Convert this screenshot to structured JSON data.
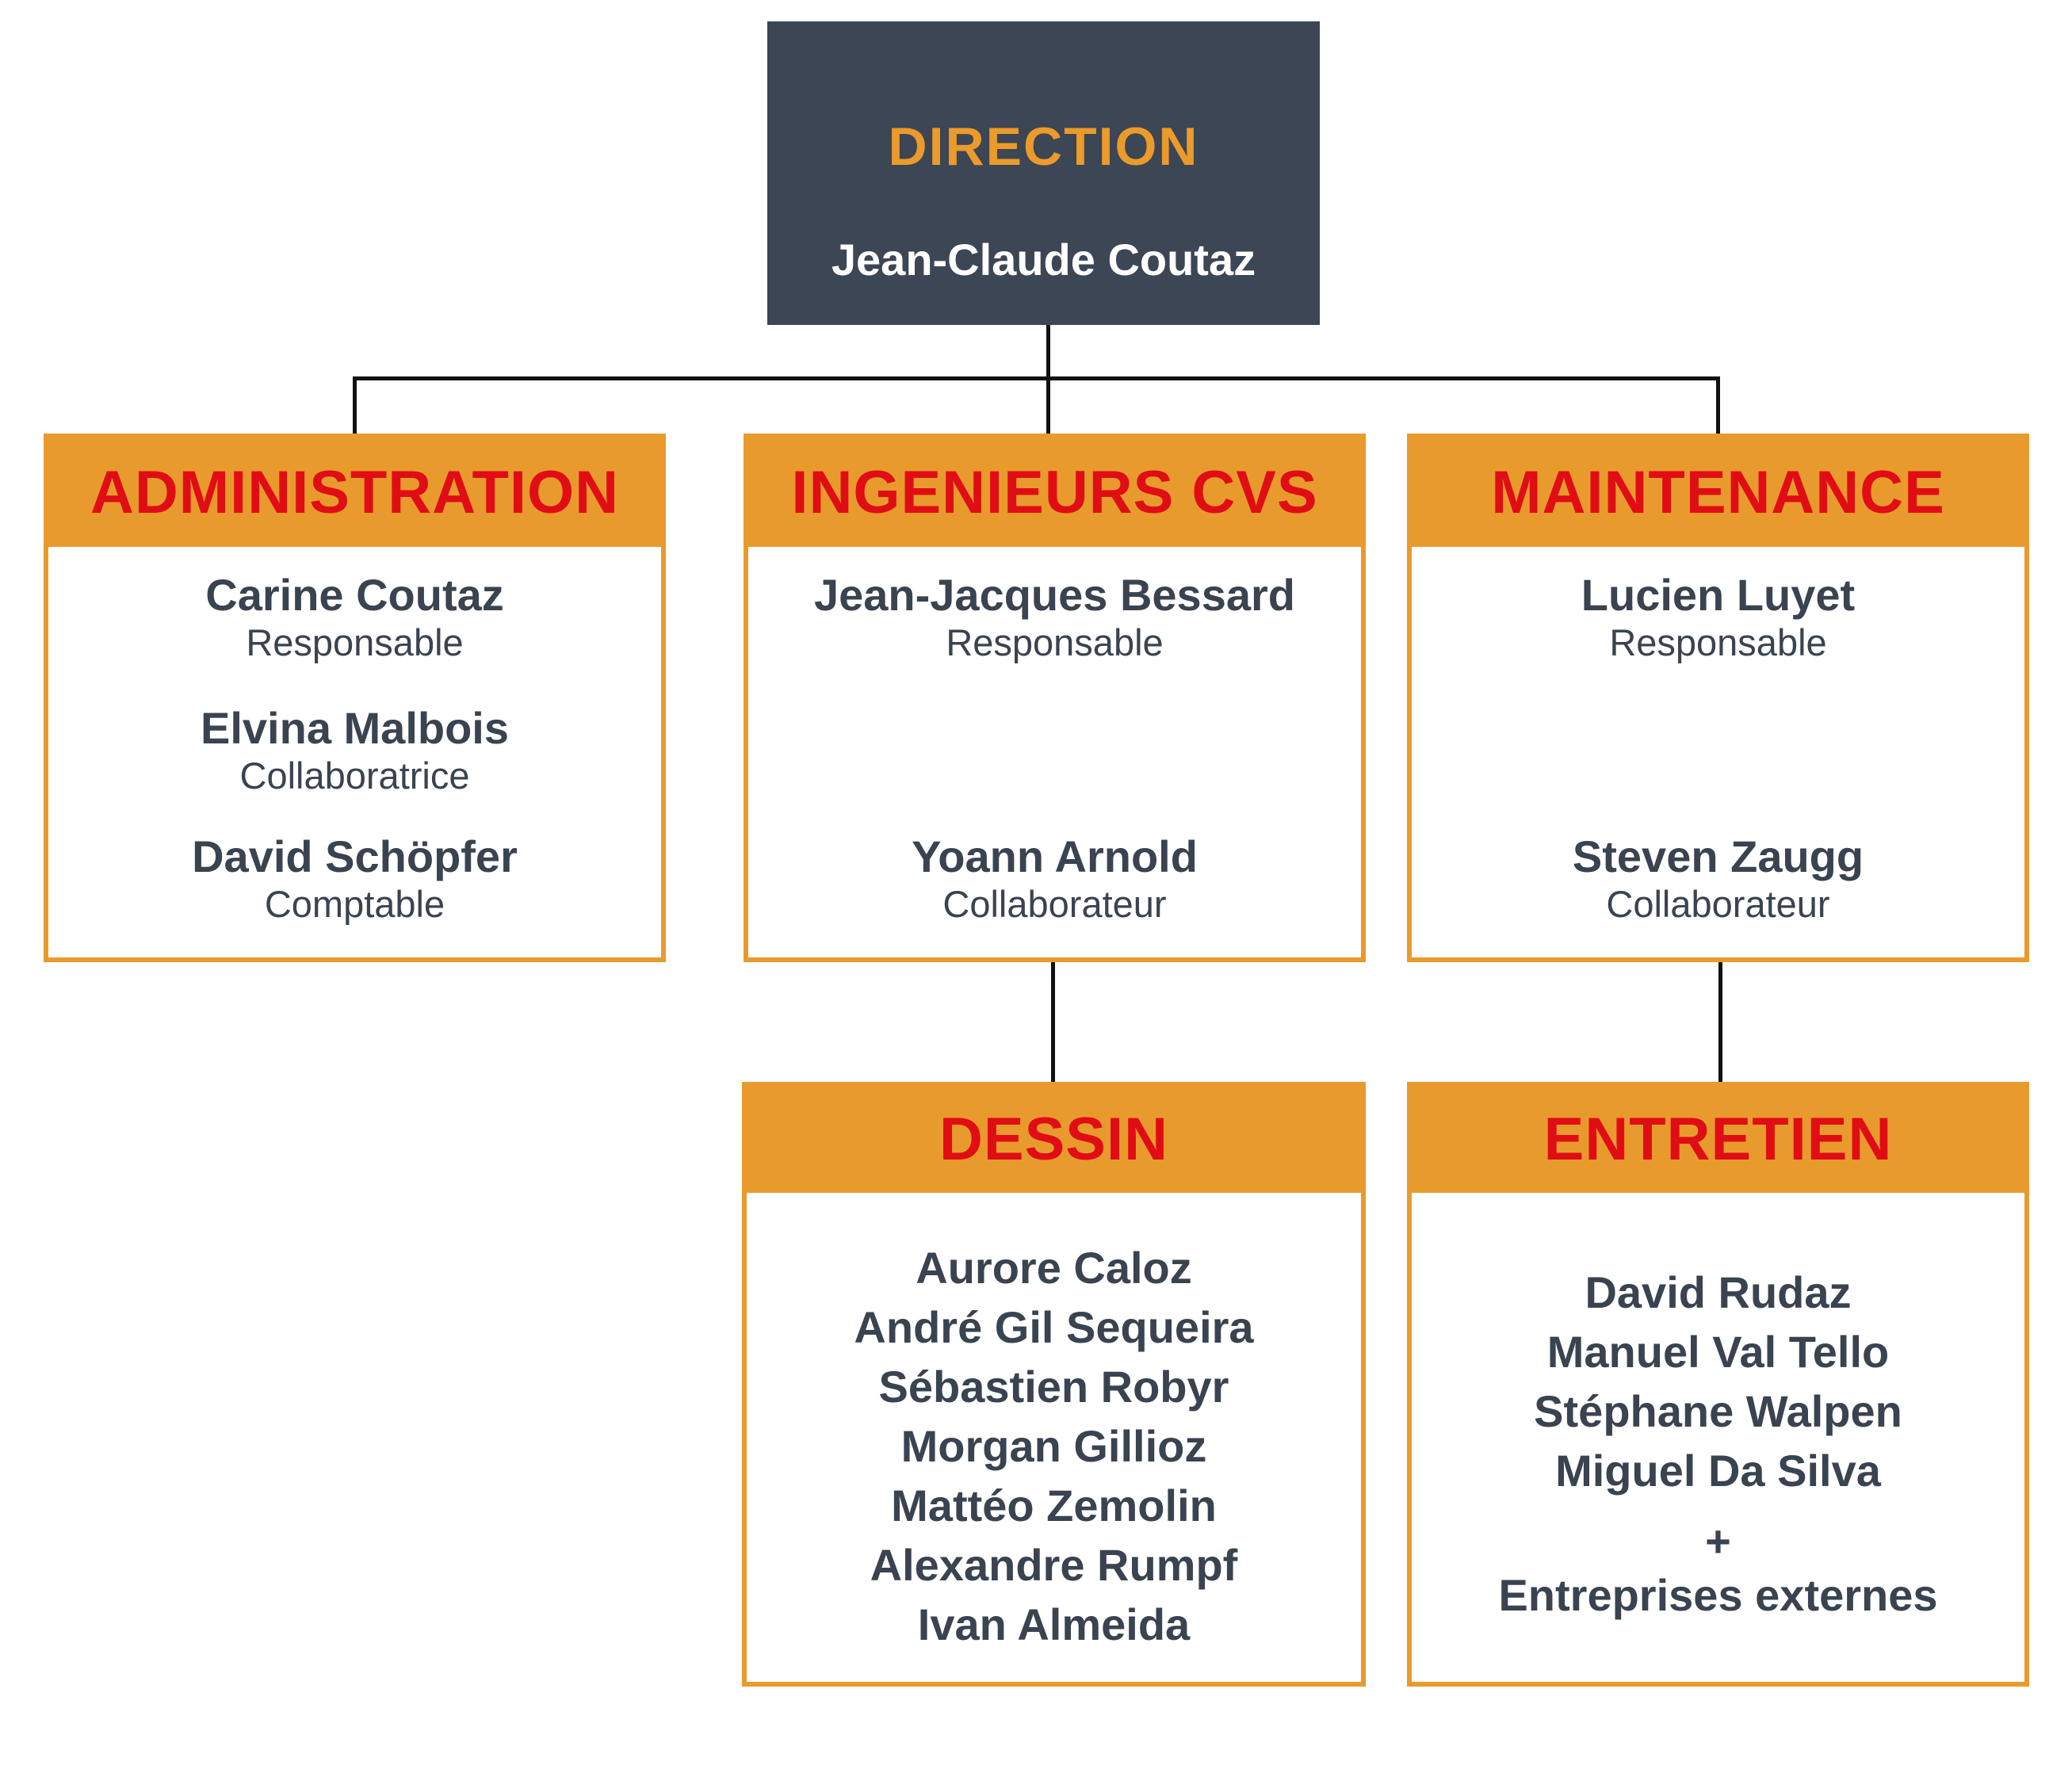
{
  "direction": {
    "title": "DIRECTION",
    "name": "Jean-Claude Coutaz"
  },
  "departments": {
    "administration": {
      "title": "ADMINISTRATION",
      "people": [
        {
          "name": "Carine Coutaz",
          "role": "Responsable"
        },
        {
          "name": "Elvina Malbois",
          "role": "Collaboratrice"
        },
        {
          "name": "David Schöpfer",
          "role": "Comptable"
        }
      ]
    },
    "ingenieurs": {
      "title": "INGENIEURS CVS",
      "people": [
        {
          "name": "Jean-Jacques Bessard",
          "role": "Responsable"
        },
        {
          "name": "Yoann Arnold",
          "role": "Collaborateur"
        }
      ]
    },
    "maintenance": {
      "title": "MAINTENANCE",
      "people": [
        {
          "name": "Lucien Luyet",
          "role": "Responsable"
        },
        {
          "name": "Steven Zaugg",
          "role": "Collaborateur"
        }
      ]
    },
    "dessin": {
      "title": "DESSIN",
      "members": [
        "Aurore Caloz",
        "André Gil Sequeira",
        "Sébastien Robyr",
        "Morgan Gillioz",
        "Mattéo Zemolin",
        "Alexandre Rumpf",
        "Ivan Almeida"
      ]
    },
    "entretien": {
      "title": "ENTRETIEN",
      "members": [
        "David Rudaz",
        "Manuel Val Tello",
        "Stéphane Walpen",
        "Miguel Da Silva"
      ],
      "plus": "+",
      "extra": "Entreprises externes"
    }
  },
  "colors": {
    "director_bg": "#3c4654",
    "director_title": "#eb9a2b",
    "dept_accent": "#e99a2d",
    "dept_title": "#e00d15",
    "text": "#3a4350",
    "connector": "#111111"
  }
}
